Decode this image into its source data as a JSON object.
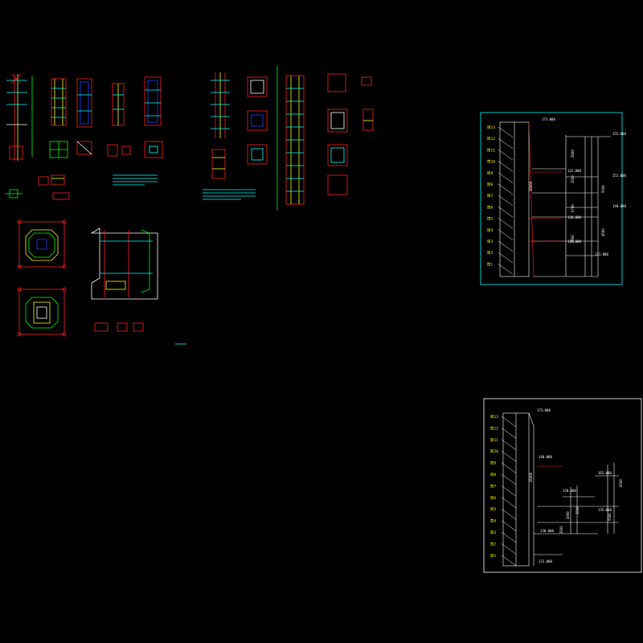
{
  "colors": {
    "background": "#000000",
    "red": "#ff2020",
    "cyan": "#00ffff",
    "yellow": "#ffff00",
    "white": "#ffffff",
    "green": "#00ff00",
    "blue": "#2040ff",
    "magenta": "#ff00ff"
  },
  "panel_a": {
    "top_elevation": "173.000",
    "floor_labels": [
      "筒13",
      "筒12",
      "筒11",
      "筒10",
      "筒9",
      "筒8",
      "筒7",
      "筒6",
      "筒5",
      "筒4",
      "筒3",
      "筒2",
      "筒1"
    ],
    "side_elevations": [
      "155.000",
      "152.000",
      "140.000",
      "132.000",
      "130.000",
      "125.000",
      "123.000"
    ],
    "dims": [
      "26000",
      "5800",
      "3500",
      "6700",
      "3500",
      "5500",
      "4500"
    ]
  },
  "panel_b": {
    "top_elevation": "173.000",
    "floor_labels": [
      "筒13",
      "筒12",
      "筒11",
      "筒10",
      "筒9",
      "筒8",
      "筒7",
      "筒6",
      "筒5",
      "筒4",
      "筒3",
      "筒2",
      "筒1"
    ],
    "side_elevations": [
      "140.000",
      "165.000",
      "150.000",
      "135.000",
      "130.000",
      "123.000"
    ],
    "dims": [
      "26000",
      "6500",
      "3000",
      "3500",
      "5500",
      "3500"
    ]
  }
}
